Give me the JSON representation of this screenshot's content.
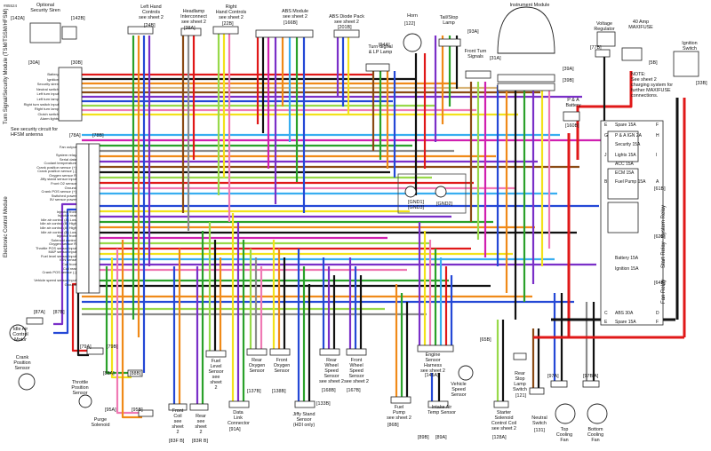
{
  "doc_id": "#85524",
  "components": {
    "siren": {
      "title": "Optional\nSecurity Siren",
      "code1": "[142A]",
      "code2": "[142B]"
    },
    "left_hand_controls": {
      "title": "Left Hand\nControls\nsee sheet 2",
      "code": "[24B]"
    },
    "headlamp": {
      "title": "Headlamp\nInterconnect\nsee sheet 2",
      "code": "[38A]"
    },
    "right_hand_controls": {
      "title": "Right\nHand Controls\nsee sheet 2",
      "code": "[22B]"
    },
    "abs_module": {
      "title": "ABS Module\nsee sheet 2",
      "code": "[166B]"
    },
    "abs_diode": {
      "title": "ABS Diode Pack\nsee sheet 2",
      "code": "[201B]"
    },
    "turn_signal": {
      "title": "Turn Signal\n& LP Lamp",
      "code": "[94A]"
    },
    "horn": {
      "title": "Horn",
      "code": "[122]"
    },
    "tail_stop": {
      "title": "Tail/Stop\nLamp",
      "code": "[93A]"
    },
    "instrument": {
      "title": "Instrument Module",
      "code1": "[39A]",
      "code2": "[39B]"
    },
    "front_turn": {
      "title": "Front Turn\nSignals",
      "code": "[31A]"
    },
    "voltage_reg": {
      "title": "Voltage\nRegulator",
      "code": "[77B]"
    },
    "maxifuse": {
      "title": "40 Amp\nMAXIFUSE",
      "code": "[5B]"
    },
    "ignition_switch": {
      "title": "Ignition\nSwitch",
      "code": "[33B]"
    },
    "note": "NOTE:\nSee sheet 2\ncharging system for\nfurther MAXIFUSE\nconnections.",
    "battery": {
      "title": "P & A\nBattery",
      "code": "[160B]"
    },
    "turn_security": {
      "title": "Turn Signal/Security Module\n(TSM/TSSM/HFSM)",
      "code1": "[30A]",
      "code2": "[30B]",
      "antenna": "See security circuit for\nHFSM antenna"
    },
    "ecm": {
      "title": "Electronic Control Module",
      "code1": "[78A]",
      "code2": "[78B]"
    },
    "idle_air": {
      "title": "Idle Air\nControl\nMotor",
      "code1": "[87A]",
      "code2": "[87B]"
    },
    "crank": {
      "title": "Crank\nPosition\nSensor",
      "code1": "[79A]",
      "code2": "[79B]"
    },
    "throttle": {
      "title": "Throttle\nPosition\nSensor",
      "code1": "[88A]",
      "code2": "[88B]"
    },
    "purge": {
      "title": "Purge\nSolenoid",
      "code1": "[95A]",
      "code2": "[95B]"
    },
    "front_coil": {
      "title": "Front\nCoil\nsee\nsheet\n2",
      "code": "[83F B]"
    },
    "rear_coil": {
      "title": "Rear\nsee\nsheet\n2",
      "code": "[83R B]"
    },
    "fuel_level": {
      "title": "Fuel\nLevel\nSensor\nsee\nsheet\n2"
    },
    "data_link": {
      "title": "Data\nLink\nConnector",
      "code": "[91A]"
    },
    "rear_o2": {
      "title": "Rear\nOxygen\nSensor",
      "code": "[137B]"
    },
    "front_o2": {
      "title": "Front\nOxygen\nSensor",
      "code": "[138B]"
    },
    "jiffy": {
      "title": "Jiffy Stand\nSensor\n(HDI only)",
      "code": "[133B]"
    },
    "rear_wheel": {
      "title": "Rear\nWheel\nSpeed\nSensor\nsee sheet 2",
      "code": "[168B]"
    },
    "front_wheel": {
      "title": "Front\nWheel\nSpeed\nSensor\nsee sheet 2",
      "code": "[167B]"
    },
    "engine_harness": {
      "title": "Engine\nSensor\nHarness\nsee sheet 2",
      "code": "[145A]"
    },
    "vehicle_speed": {
      "title": "Vehicle\nSpeed\nSensor",
      "code": "[65B]"
    },
    "fuel_pump": {
      "title": "Fuel\nPump\nsee sheet 2",
      "code": "[86B]"
    },
    "intake_temp": {
      "title": "Intake Air\nTemp Sensor",
      "code1": "[89B]",
      "code2": "[89A]"
    },
    "starter": {
      "title": "Starter\nSolenoid\nControl Coil\nsee sheet 2",
      "code": "[128A]"
    },
    "neutral": {
      "title": "Neutral\nSwitch",
      "code": "[131]"
    },
    "rear_stop": {
      "title": "Rear\nStop\nLamp\nSwitch",
      "code": "[121]"
    },
    "top_fan": {
      "title": "Top\nCooling\nFan",
      "code": "[97A]"
    },
    "bottom_fan": {
      "title": "Bottom\nCooling\nFan",
      "code": "[97B A]"
    },
    "ground1": "[GND1]\n[GND3]",
    "ground2": "[GND2]",
    "relay_system": "System Relay",
    "relay_start": "Start Relay",
    "relay_fan": "Fan Relay"
  },
  "tsm_pins": [
    "Battery",
    "Ignition",
    "Security siren",
    "Neutral switch",
    "Left turn input",
    "Left turn lamp",
    "Right turn switch input",
    "Right turn lamp",
    "Clutch switch",
    "Alarm lights"
  ],
  "ecm_pins": [
    "Fan output",
    "",
    "System relay",
    "Serial data",
    "Coolant temperature",
    "Crank position sensor (+)",
    "Crank position sensor (-)",
    "Oxygen sensor R",
    "Jiffy stand sensor input",
    "Front O2 sensor",
    "Ground",
    "Crank POS sensor (+)",
    "Switched power",
    "5V sensor power",
    "",
    "",
    "Injector front",
    "Injector rear",
    "Idle air control (A) Low",
    "Idle air control (B) High",
    "Idle air control (A) High",
    "Idle air control (B) Low",
    "Injector front",
    "Solenoid control",
    "Oxygen sensor R",
    "Throttle POS sensor input",
    "MAP sensor input",
    "Fuel level sensor input",
    "ION sense",
    "Coil front",
    "Coil rear",
    "Crank POS sensor (-)",
    "",
    "Vehicle speed sensor input",
    "Ground"
  ],
  "fuses": [
    {
      "letter": "E",
      "label": "Spare 15A",
      "pin": "F"
    },
    {
      "letter": "G",
      "label": "P & A IGN 2A",
      "pin": "H"
    },
    {
      "letter": "",
      "label": "Security 15A",
      "pin": ""
    },
    {
      "letter": "J",
      "label": "Lights 15A",
      "pin": "I"
    },
    {
      "letter": "",
      "label": "ACC 15A",
      "pin": ""
    },
    {
      "letter": "",
      "label": "ECM 15A",
      "pin": ""
    },
    {
      "letter": "B",
      "label": "Fuel Pump 15A",
      "pin": "A"
    },
    {
      "letter": "",
      "label": "Battery 15A",
      "pin": ""
    },
    {
      "letter": "",
      "label": "Ignition 15A",
      "pin": ""
    },
    {
      "letter": "C",
      "label": "ABS 30A",
      "pin": "D"
    },
    {
      "letter": "E",
      "label": "Spare 15A",
      "pin": "F"
    }
  ],
  "fuse_block_code": "[61B]",
  "fuse_block_code2": "[62B]",
  "fuse_block_code3": "[64B]",
  "colors": {
    "red": "#e01818",
    "black": "#111111",
    "orange": "#f08a18",
    "yellow": "#f2e21a",
    "green": "#2aa12a",
    "lightgreen": "#98d94a",
    "darkgreen": "#145a14",
    "blue": "#2448d6",
    "lightblue": "#38aef0",
    "violet": "#7a2fc8",
    "pink": "#f07ab4",
    "brown": "#8a4a14",
    "gray": "#8c8c8c",
    "white": "#ffffff",
    "tan": "#d8b478",
    "magenta": "#d020b0"
  }
}
